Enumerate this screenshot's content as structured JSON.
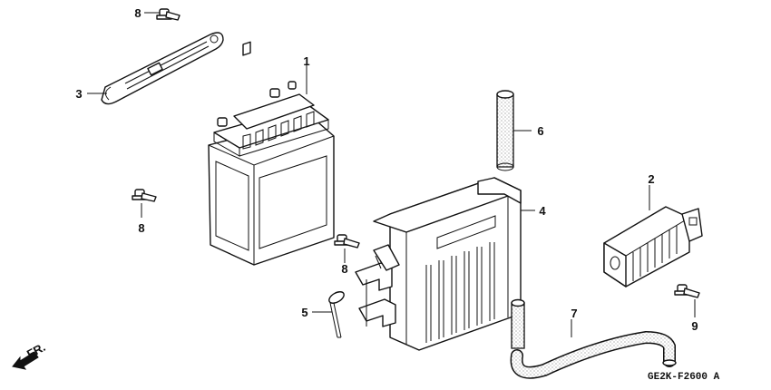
{
  "callouts": [
    {
      "id": "c1",
      "text": "1"
    },
    {
      "id": "c2",
      "text": "2"
    },
    {
      "id": "c3",
      "text": "3"
    },
    {
      "id": "c4",
      "text": "4"
    },
    {
      "id": "c5",
      "text": "5"
    },
    {
      "id": "c6",
      "text": "6"
    },
    {
      "id": "c7",
      "text": "7"
    },
    {
      "id": "c8a",
      "text": "8"
    },
    {
      "id": "c8b",
      "text": "8"
    },
    {
      "id": "c8c",
      "text": "8"
    },
    {
      "id": "c9",
      "text": "9"
    }
  ],
  "direction_label": "FR.",
  "drawing_code": "GE2K-F2600 A"
}
